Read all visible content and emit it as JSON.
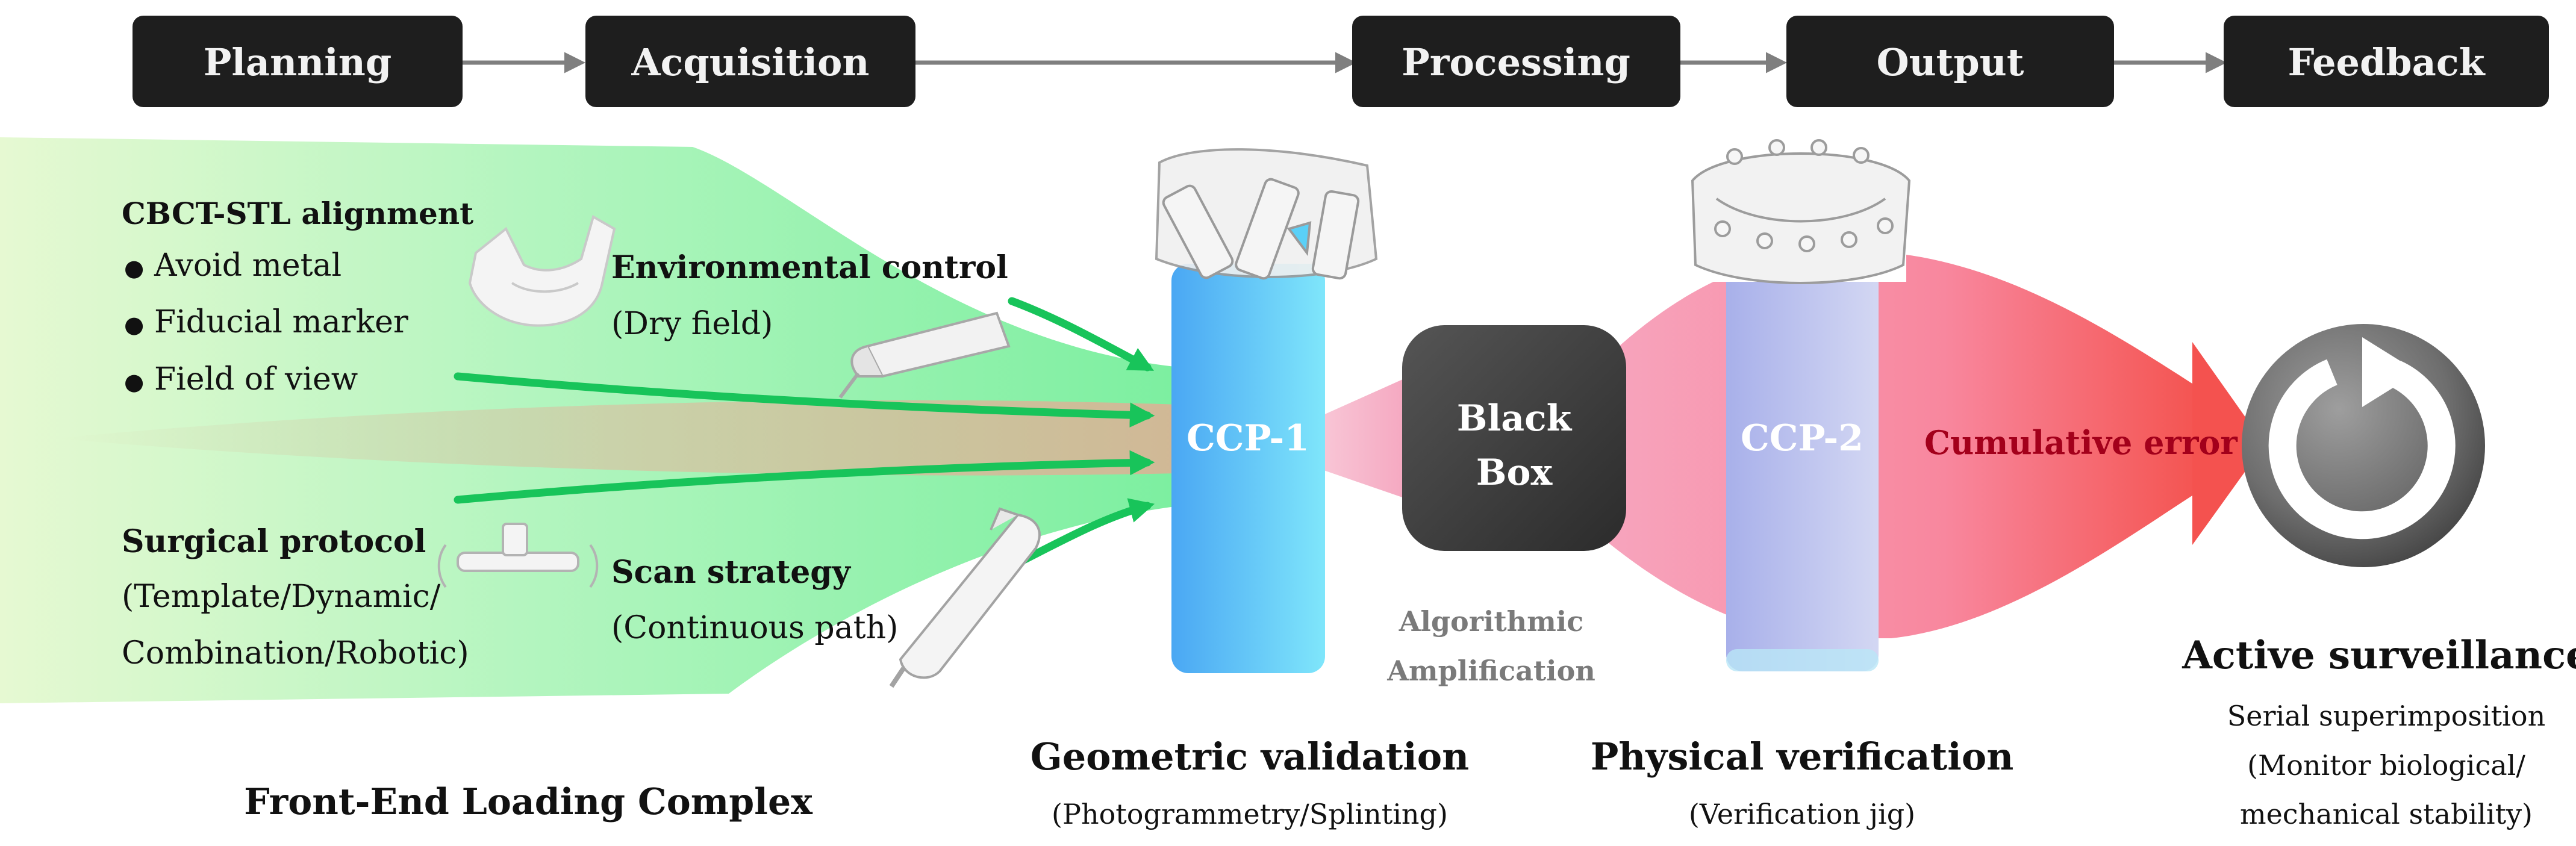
{
  "stages": [
    "Planning",
    "Acquisition",
    "Processing",
    "Output",
    "Feedback"
  ],
  "front_end": {
    "cbct_title": "CBCT-STL alignment",
    "cbct_items": [
      "Avoid metal",
      "Fiducial marker",
      "Field of view"
    ],
    "bullet": "●",
    "env_title": "Environmental control",
    "env_sub": "(Dry field)",
    "surgical_title": "Surgical protocol",
    "surgical_lines": [
      "(Template/Dynamic/",
      "Combination/Robotic)"
    ],
    "scan_title": "Scan strategy",
    "scan_sub": "(Continuous path)",
    "caption": "Front-End Loading Complex"
  },
  "ccp1": {
    "label": "CCP-1",
    "caption_title": "Geometric validation",
    "caption_sub": "(Photogrammetry/Splinting)"
  },
  "black_box": {
    "lines": [
      "Black",
      "Box"
    ],
    "note_lines": [
      "Algorithmic",
      "Amplification"
    ]
  },
  "ccp2": {
    "label": "CCP-2",
    "caption_title": "Physical verification",
    "caption_sub": "(Verification jig)"
  },
  "cumulative_error": "Cumulative error",
  "surveillance": {
    "title": "Active surveillance",
    "lines": [
      "Serial superimposition",
      "(Monitor biological/",
      "mechanical stability)"
    ]
  },
  "colors": {
    "stage_box": "#1e1e1e",
    "arrow": "#7f7f7f",
    "funnel_green": "#8ff2a6",
    "green_arrow": "#18c45a",
    "ccp1_blue": "#4fb5f5",
    "ccp2_lavender": "#aeb4e8",
    "pink": "#f7a8bf",
    "error_red": "#a3001b"
  },
  "icons": [
    "mandible-icon",
    "dental-handpiece-icon",
    "surgical-guide-icon",
    "intraoral-scanner-icon",
    "scan-body-splint-icon",
    "verification-jig-icon",
    "refresh-cycle-icon"
  ]
}
